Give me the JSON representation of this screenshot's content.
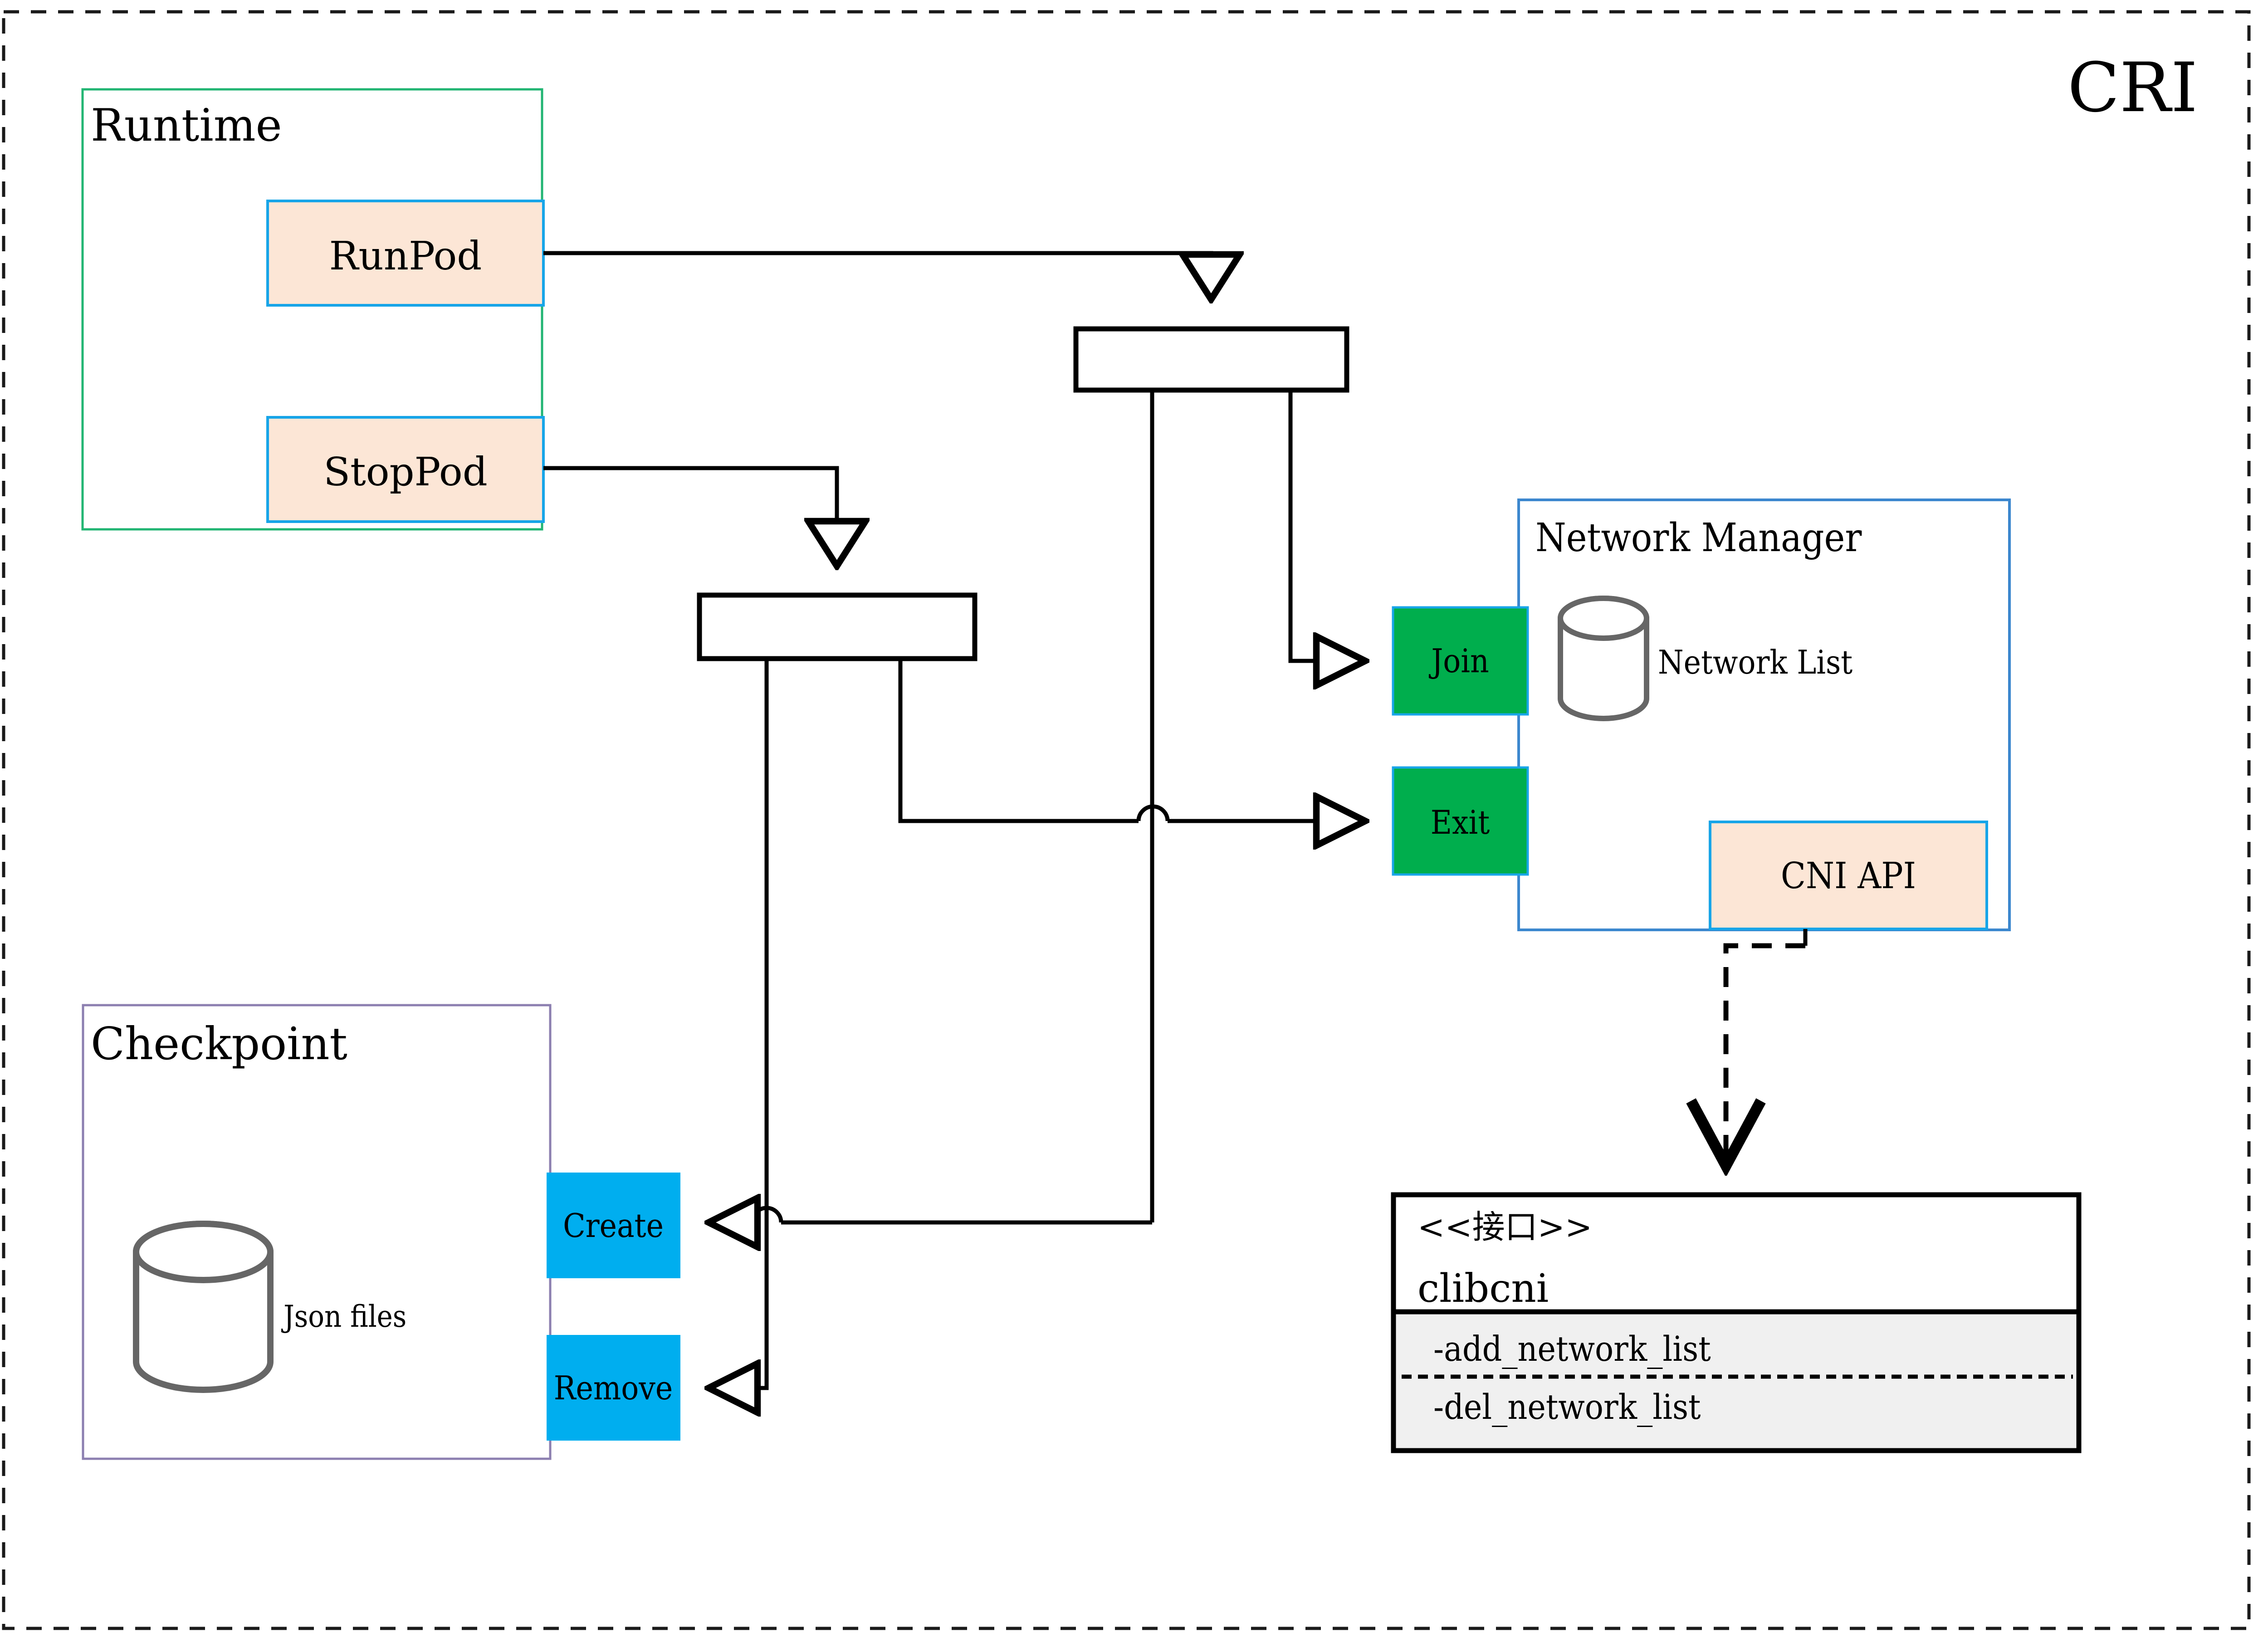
{
  "canvas": {
    "title": "CRI",
    "title_color": "#7F6000",
    "border_style": "dashed",
    "border_color": "#1a1a1a",
    "background": "#ffffff"
  },
  "palette": {
    "peach_fill": "#FCE6D6",
    "blue_border": "#18A5E8",
    "green_border": "#22B573",
    "green_fill": "#00AE4D",
    "cyan_fill": "#00AEEF",
    "purple_border": "#8C7FB0",
    "nm_border": "#3C87CE",
    "cylinder_stroke": "#666666",
    "line_color": "#000000",
    "method_band": "#F0F0F0"
  },
  "groups": {
    "runtime": {
      "label": "Runtime",
      "border_color": "#22B573",
      "items": [
        {
          "label": "RunPod"
        },
        {
          "label": "StopPod"
        }
      ]
    },
    "checkpoint": {
      "label": "Checkpoint",
      "border_color": "#8C7FB0",
      "store": {
        "label": "Json files",
        "shape": "cylinder"
      },
      "ops": [
        {
          "label": "Create"
        },
        {
          "label": "Remove"
        }
      ]
    },
    "network_manager": {
      "label": "Network Manager",
      "border_color": "#3C87CE",
      "store": {
        "label": "Network List",
        "shape": "cylinder"
      },
      "api": {
        "label": "CNI API"
      },
      "ports": [
        {
          "label": "Join"
        },
        {
          "label": "Exit"
        }
      ]
    },
    "interface": {
      "stereotype": "<<接口>>",
      "name": "clibcni",
      "methods": [
        "-add_network_list",
        "-del_network_list"
      ]
    }
  },
  "junctions": [
    {
      "name": "runpod-fork"
    },
    {
      "name": "stoppod-fork"
    }
  ]
}
